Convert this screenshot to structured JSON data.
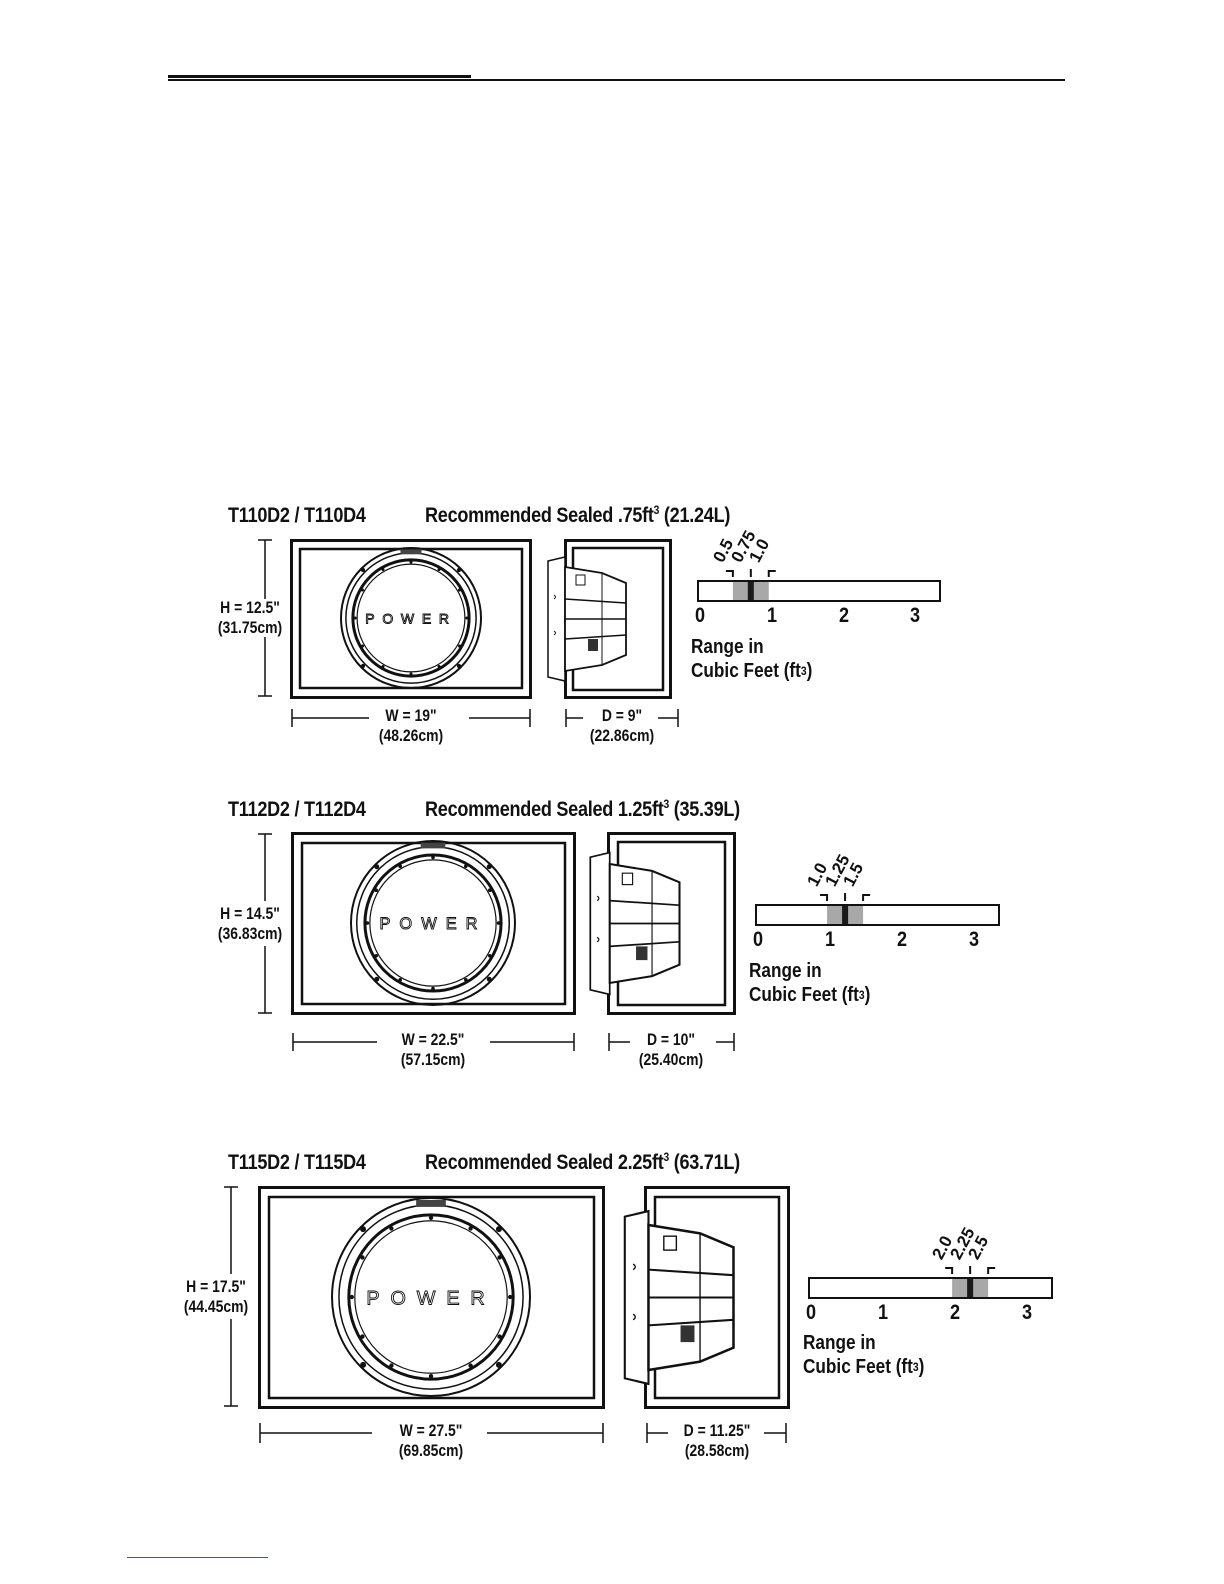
{
  "sections": [
    {
      "id": "t110",
      "model": "T110D2 / T110D4",
      "recommended_prefix": "Recommended Sealed ",
      "recommended_volume": ".75ft",
      "recommended_sup": "3",
      "recommended_liters": " (21.24L)",
      "height_label": "H = 12.5\"",
      "height_metric": "(31.75cm)",
      "width_label": "W = 19\"",
      "width_metric": "(48.26cm)",
      "depth_label": "D = 9\"",
      "depth_metric": "(22.86cm)",
      "range_min": 0.5,
      "range_rec": 0.75,
      "range_max": 1.0,
      "marker_labels": [
        "0.5",
        "0.75",
        "1.0"
      ],
      "axis_ticks": [
        "0",
        "1",
        "2",
        "3"
      ],
      "range_line1": "Range in",
      "range_line2": "Cubic Feet (ft",
      "range_sup": "3",
      "range_close": ")",
      "logo_text": "POWER"
    },
    {
      "id": "t112",
      "model": "T112D2 / T112D4",
      "recommended_prefix": "Recommended Sealed ",
      "recommended_volume": "1.25ft",
      "recommended_sup": "3",
      "recommended_liters": " (35.39L)",
      "height_label": "H = 14.5\"",
      "height_metric": "(36.83cm)",
      "width_label": "W = 22.5\"",
      "width_metric": "(57.15cm)",
      "depth_label": "D = 10\"",
      "depth_metric": "(25.40cm)",
      "range_min": 1.0,
      "range_rec": 1.25,
      "range_max": 1.5,
      "marker_labels": [
        "1.0",
        "1.25",
        "1.5"
      ],
      "axis_ticks": [
        "0",
        "1",
        "2",
        "3"
      ],
      "range_line1": "Range in",
      "range_line2": "Cubic Feet (ft",
      "range_sup": "3",
      "range_close": ")",
      "logo_text": "POWER"
    },
    {
      "id": "t115",
      "model": "T115D2 / T115D4",
      "recommended_prefix": "Recommended Sealed ",
      "recommended_volume": "2.25ft",
      "recommended_sup": "3",
      "recommended_liters": " (63.71L)",
      "height_label": "H = 17.5\"",
      "height_metric": "(44.45cm)",
      "width_label": "W = 27.5\"",
      "width_metric": "(69.85cm)",
      "depth_label": "D = 11.25\"",
      "depth_metric": "(28.58cm)",
      "range_min": 2.0,
      "range_rec": 2.25,
      "range_max": 2.5,
      "marker_labels": [
        "2.0",
        "2.25",
        "2.5"
      ],
      "axis_ticks": [
        "0",
        "1",
        "2",
        "3"
      ],
      "range_line1": "Range in",
      "range_line2": "Cubic Feet (ft",
      "range_sup": "3",
      "range_close": ")",
      "logo_text": "POWER"
    }
  ],
  "colors": {
    "ink": "#111111",
    "range_fill": "#a8a8a8",
    "recommended_fill": "#1a1a1a",
    "footer_rule": "#3355cc"
  },
  "axis_max": 3.4
}
